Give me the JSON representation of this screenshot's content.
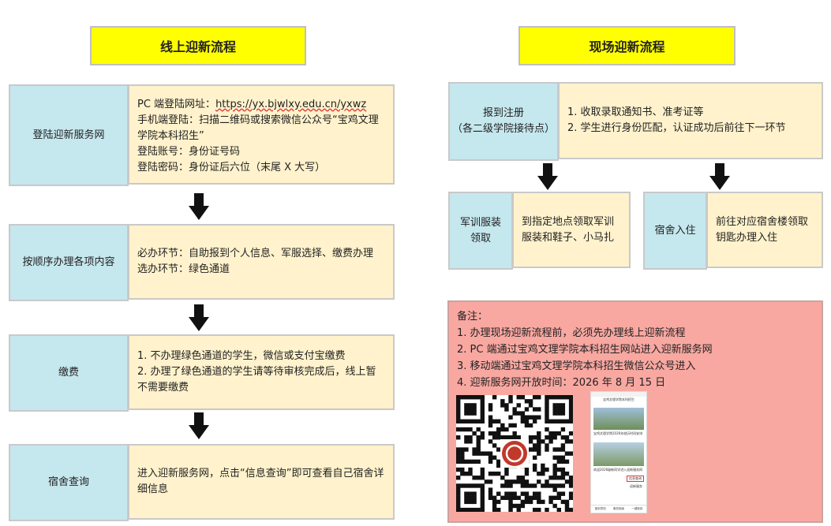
{
  "online": {
    "title": "线上迎新流程",
    "steps": [
      {
        "label": "登陆迎新服务网",
        "lines": [
          "PC 端登陆网址：https://yx.bjwlxy.edu.cn/yxwz",
          "手机端登陆：扫描二维码或搜索微信公众号“宝鸡文理学院本科招生”",
          "登陆账号：身份证号码",
          "登陆密码：身份证后六位（末尾 X 大写）"
        ]
      },
      {
        "label": "按顺序办理各项内容",
        "lines": [
          "必办环节：自助报到个人信息、军服选择、缴费办理",
          "选办环节：绿色通道"
        ]
      },
      {
        "label": "缴费",
        "lines": [
          "1.  不办理绿色通道的学生，微信或支付宝缴费",
          "2.  办理了绿色通道的学生请等待审核完成后，线上暂不需要缴费"
        ]
      },
      {
        "label": "宿舍查询",
        "lines": [
          "进入迎新服务网，点击“信息查询”即可查看自己宿舍详细信息"
        ]
      }
    ]
  },
  "onsite": {
    "title": "现场迎新流程",
    "register": {
      "label_line1": "报到注册",
      "label_line2": "（各二级学院接待点）",
      "lines": [
        "1.  收取录取通知书、准考证等",
        "2.  学生进行身份匹配，认证成功后前往下一环节"
      ]
    },
    "uniform": {
      "label_line1": "军训服装",
      "label_line2": "领取",
      "text": "到指定地点领取军训服装和鞋子、小马扎"
    },
    "dorm": {
      "label": "宿舍入住",
      "text": "前往对应宿舍楼领取钥匙办理入住"
    }
  },
  "notes": {
    "heading": "备注：",
    "items": [
      "1.  办理现场迎新流程前，必须先办理线上迎新流程",
      "2.  PC 端通过宝鸡文理学院本科招生网站进入迎新服务网",
      "3.  移动端通过宝鸡文理学院本科招生微信公众号进入",
      "4.  迎新服务网开放时间：2026 年 8 月 15 日"
    ]
  },
  "phone": {
    "header": "宝鸡文理学院本科招生",
    "news1": "宝鸡文理学院2026年校历时间安排",
    "news2": "欢迎2026级新同学进入迎新服务网",
    "btn1": "信息查询",
    "btn2": "迎新服务",
    "tabs": [
      "报到须知",
      "服务指南",
      "一键报到"
    ]
  },
  "colors": {
    "title_bg": "#ffff00",
    "label_bg": "#c5e7ee",
    "content_bg": "#fff2cc",
    "notes_bg": "#f8a8a1"
  }
}
